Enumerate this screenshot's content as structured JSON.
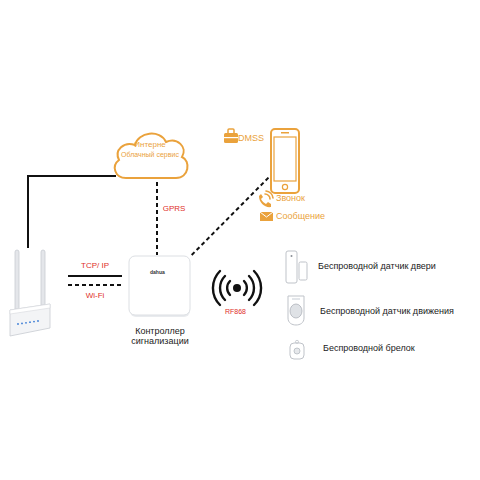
{
  "diagram": {
    "nodes": [
      {
        "text": [
          "Интерне",
          "Облачный сервис"
        ]
      },
      {
        "text": [
          "DMSS"
        ]
      },
      {
        "text": []
      },
      {
        "text": [
          "Контроллер сигнализации"
        ]
      },
      {
        "text": [
          "Беспроводной датчик двери"
        ]
      },
      {
        "text": [
          "Беспроводной датчик движения"
        ]
      },
      {
        "text": [
          "Беспроводной брелок"
        ]
      }
    ],
    "edges": [
      {
        "from": 2,
        "to": 0,
        "arrow": "none"
      },
      {
        "from": 0,
        "to": 3,
        "label": "GPRS",
        "arrow": "none"
      },
      {
        "from": 3,
        "to": 1,
        "arrow": "none"
      },
      {
        "from": 2,
        "to": 3,
        "label": "TCP/ IP",
        "arrow": "none"
      },
      {
        "from": 2,
        "to": 3,
        "label": "Wi-Fi",
        "arrow": "none"
      }
    ],
    "labels": [
      "Звонок",
      "Сообщение",
      "RF868",
      "dahua"
    ]
  }
}
